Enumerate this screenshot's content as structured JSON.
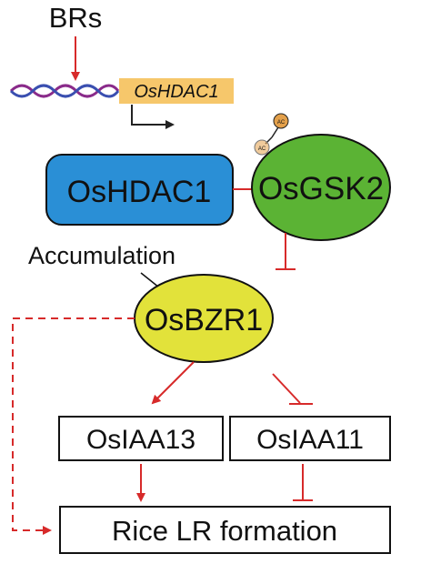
{
  "signal": {
    "label": "BRs"
  },
  "gene": {
    "label": "OsHDAC1"
  },
  "acetyl": {
    "label": "AC"
  },
  "nodes": {
    "hdac1": {
      "label": "OsHDAC1",
      "fill": "#2a8fd6"
    },
    "gsk2": {
      "label": "OsGSK2",
      "fill": "#5bb334"
    },
    "bzr1": {
      "label": "OsBZR1",
      "fill": "#e2e23a"
    },
    "iaa13": {
      "label": "OsIAA13"
    },
    "iaa11": {
      "label": "OsIAA11"
    },
    "lr": {
      "label": "Rice LR formation"
    }
  },
  "annotation": {
    "accumulation": "Accumulation"
  },
  "colors": {
    "arrow": "#d72a2a",
    "gene_box": "#f6c76b",
    "dna_strand_a": "#8a2b8a",
    "dna_strand_b": "#3a4fb0",
    "acetyl": "#e3a04b"
  }
}
